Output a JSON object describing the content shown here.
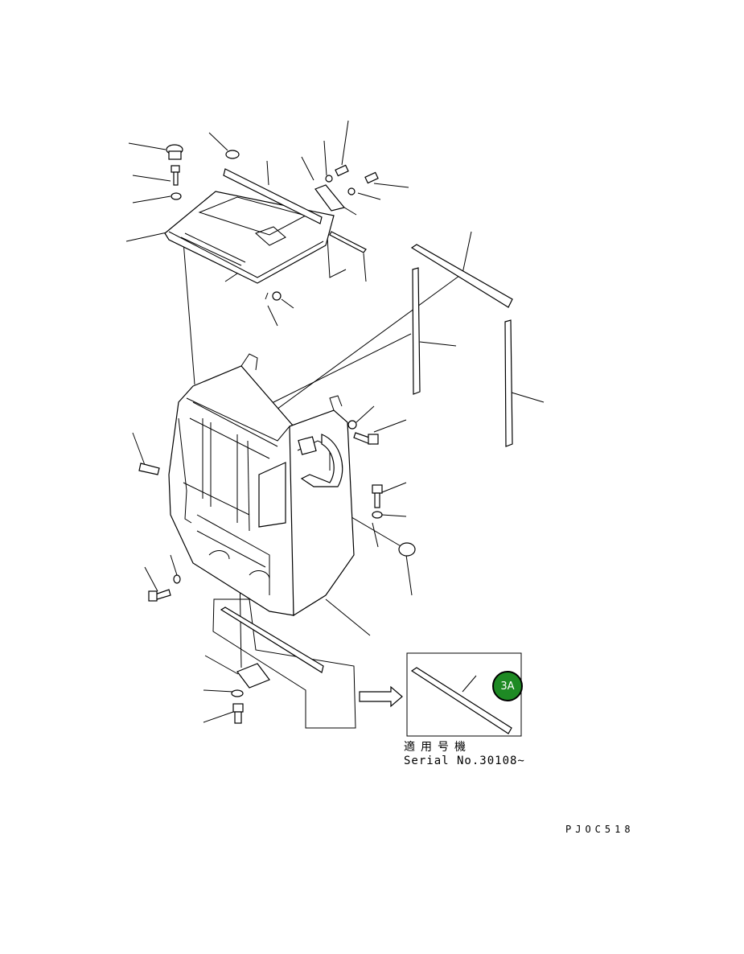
{
  "inset": {
    "serial_label_jp": "適用号機",
    "serial_number": "Serial No.30108~",
    "badge_label": "3A",
    "badge_color": "#1e8a24"
  },
  "footer": {
    "drawing_code": "PJOC518"
  }
}
